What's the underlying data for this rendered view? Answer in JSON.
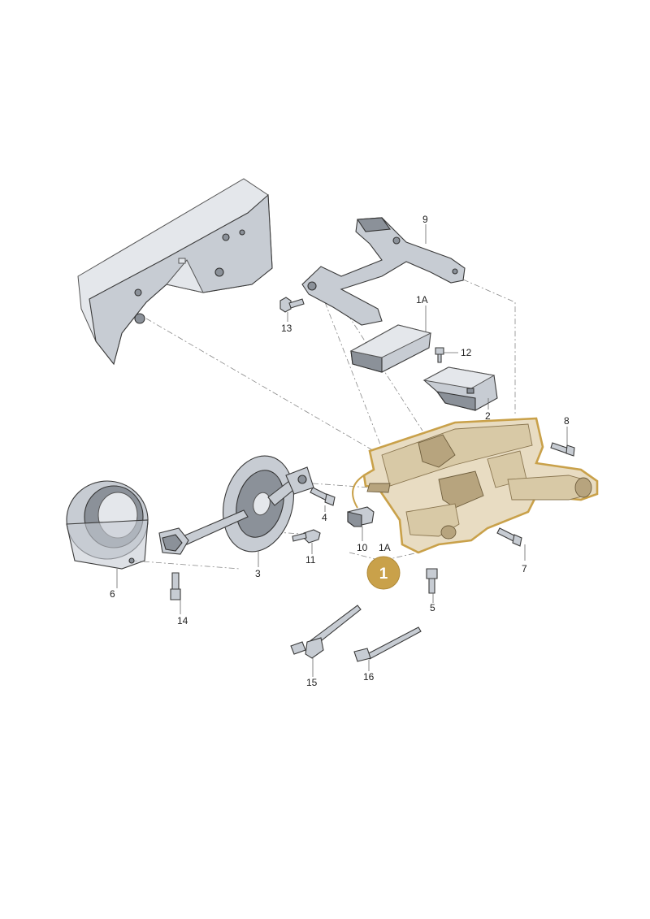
{
  "callouts": [
    {
      "id": "c1",
      "text": "1"
    },
    {
      "id": "c1a_top",
      "text": "1A"
    },
    {
      "id": "c1a_bottom",
      "text": "1A"
    },
    {
      "id": "c2",
      "text": "2"
    },
    {
      "id": "c3",
      "text": "3"
    },
    {
      "id": "c4",
      "text": "4"
    },
    {
      "id": "c5",
      "text": "5"
    },
    {
      "id": "c6",
      "text": "6"
    },
    {
      "id": "c7",
      "text": "7"
    },
    {
      "id": "c8",
      "text": "8"
    },
    {
      "id": "c9",
      "text": "9"
    },
    {
      "id": "c10",
      "text": "10"
    },
    {
      "id": "c11",
      "text": "11"
    },
    {
      "id": "c12",
      "text": "12"
    },
    {
      "id": "c13",
      "text": "13"
    },
    {
      "id": "c14",
      "text": "14"
    },
    {
      "id": "c15",
      "text": "15"
    },
    {
      "id": "c16",
      "text": "16"
    }
  ],
  "colors": {
    "highlight_fill": "#e8dcc2",
    "highlight_stroke": "#c9a14a",
    "badge": "#c9a14a",
    "part_grey": "#c7ccd3"
  }
}
